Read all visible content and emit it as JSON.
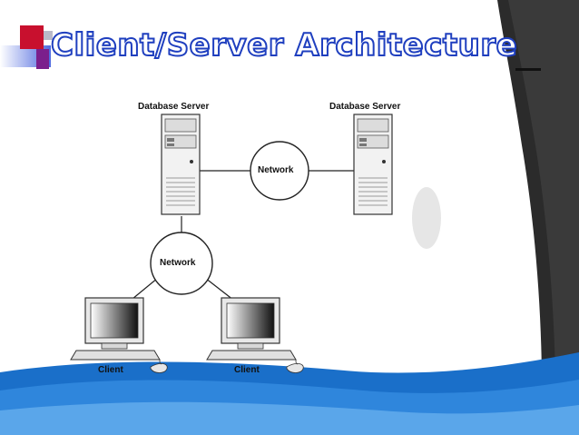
{
  "slide": {
    "title": "Client/Server Architecture"
  },
  "diagram": {
    "server_left_label": "Database Server",
    "server_right_label": "Database Server",
    "network_top_label": "Network",
    "network_bottom_label": "Network",
    "client_left_label": "Client",
    "client_right_label": "Client"
  },
  "colors": {
    "title_outline": "#1f3fbf",
    "right_band": "#2b2b2b",
    "bottom_wave": "#1a6fc9",
    "accent_red": "#c8102e",
    "accent_purple": "#7b1f8c"
  }
}
